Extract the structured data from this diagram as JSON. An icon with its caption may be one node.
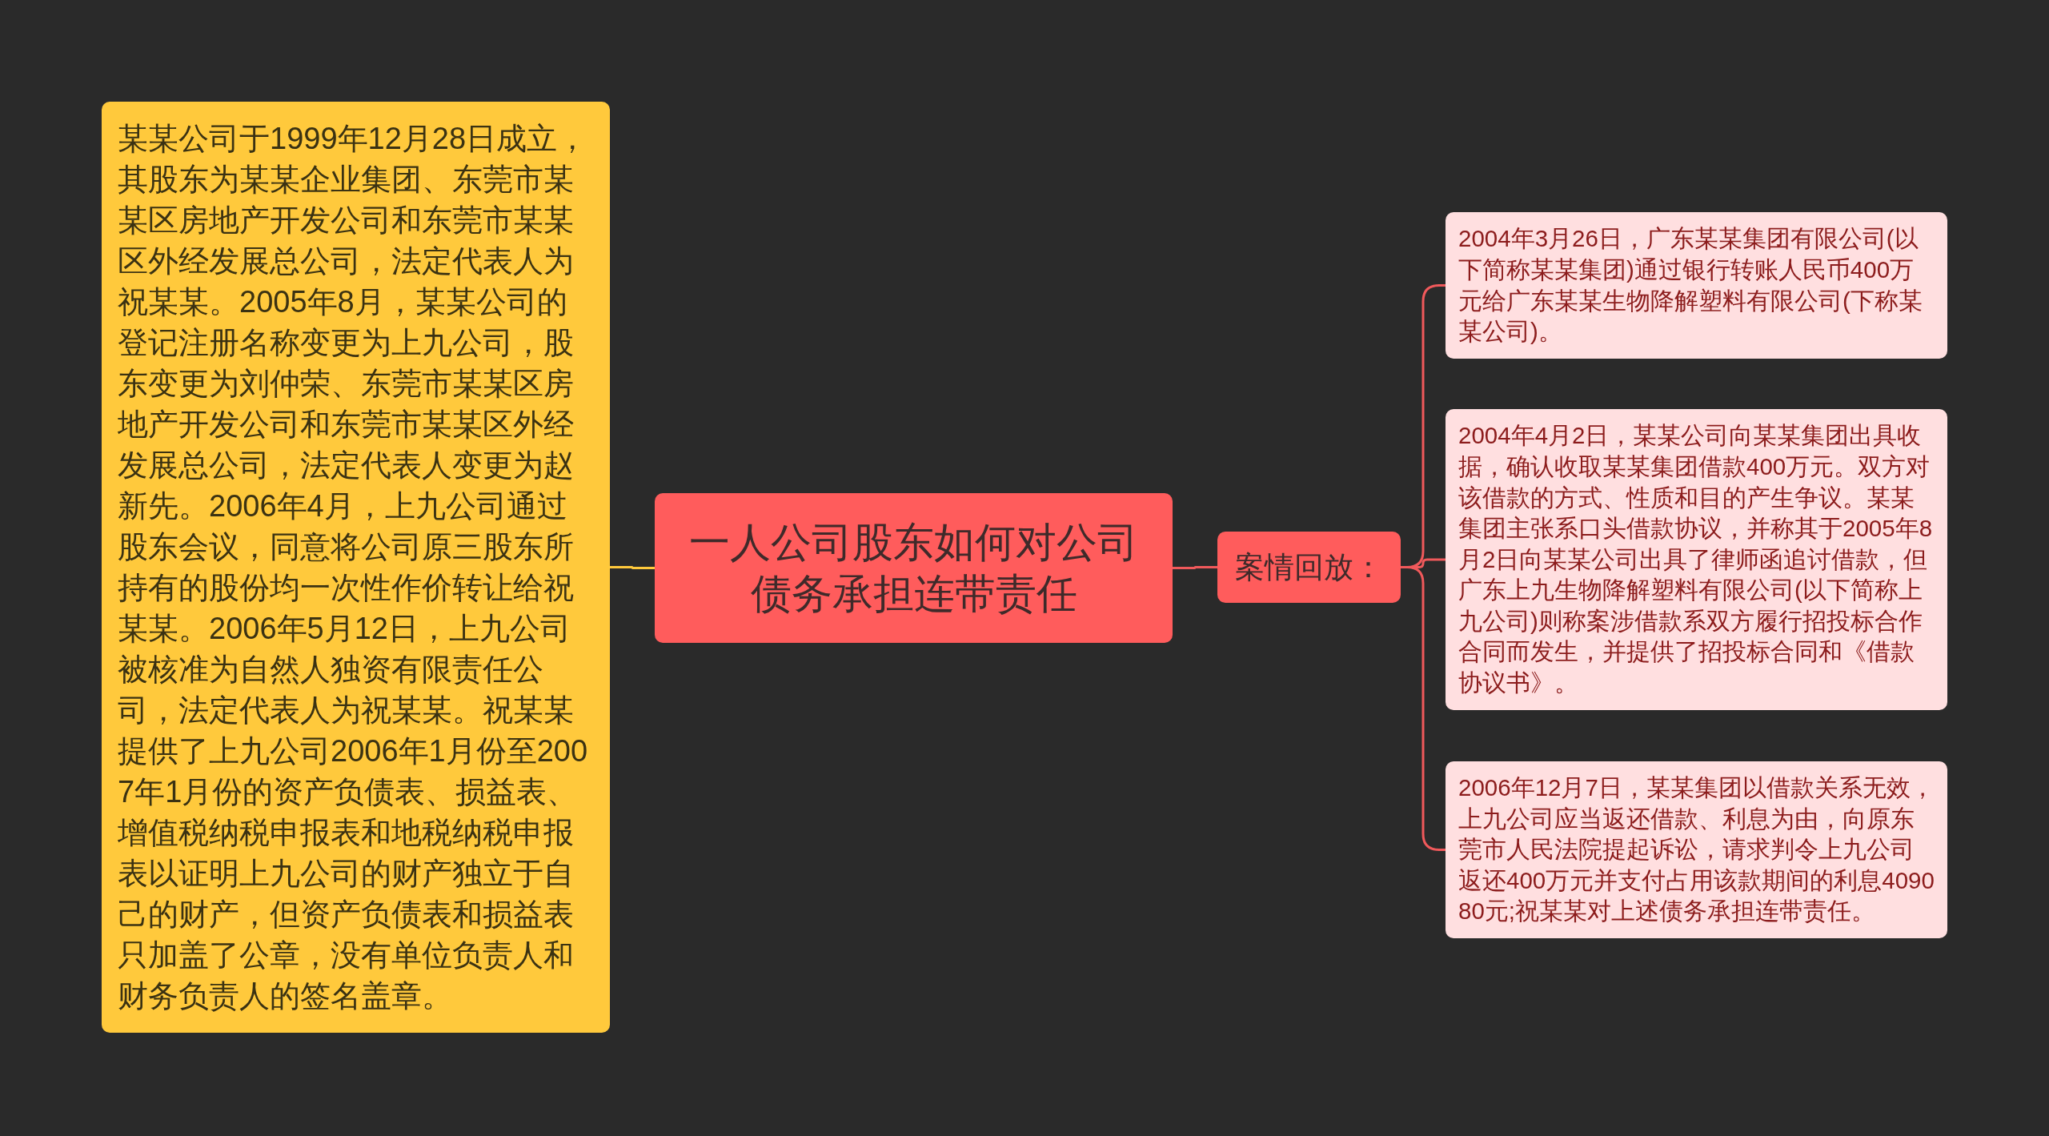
{
  "diagram": {
    "nodes": [
      {
        "text": [
          "某某公司于1999年12月28日成立，其股东为某某企业集团、东莞市某某区房地产开发公司和东莞市某某区外经发展总公司，法定代表人为祝某某。2005年8月，某某公司的登记注册名称变更为上九公司，股东变更为刘仲荣、东莞市某某区房地产开发公司和东莞市某某区外经发展总公司，法定代表人变更为赵新先。2006年4月，上九公司通过股东会议，同意将公司原三股东所持有的股份均一次性作价转让给祝某某。2006年5月12日，上九公司被核准为自然人独资有限责任公司，法定代表人为祝某某。祝某某提供了上九公司2006年1月份至2007年1月份的资产负债表、损益表、增值税纳税申报表和地税纳税申报表以证明上九公司的财产独立于自己的财产，但资产负债表和损益表只加盖了公章，没有单位负责人和财务负责人的签名盖章。"
        ]
      },
      {
        "text": [
          "一人公司股东如何对公司债务承担连带责任"
        ]
      },
      {
        "text": [
          "案情回放："
        ]
      },
      {
        "text": [
          "2004年3月26日，广东某某集团有限公司(以下简称某某集团)通过银行转账人民币400万元给广东某某生物降解塑料有限公司(下称某某公司)。"
        ]
      },
      {
        "text": [
          "2004年4月2日，某某公司向某某集团出具收据，确认收取某某集团借款400万元。双方对该借款的方式、性质和目的产生争议。某某集团主张系口头借款协议，并称其于2005年8月2日向某某公司出具了律师函追讨借款，但广东上九生物降解塑料有限公司(以下简称上九公司)则称案涉借款系双方履行招投标合作合同而发生，并提供了招投标合同和《借款协议书》。"
        ]
      },
      {
        "text": [
          "2006年12月7日，某某集团以借款关系无效，上九公司应当返还借款、利息为由，向原东莞市人民法院提起诉讼，请求判令上九公司返还400万元并支付占用该款期间的利息409080元;祝某某对上述债务承担连带责任。"
        ]
      }
    ],
    "edges": [
      {
        "from": 1,
        "to": 0,
        "arrow": "none",
        "color": "#ffc93c"
      },
      {
        "from": 1,
        "to": 2,
        "arrow": "none"
      },
      {
        "from": 2,
        "to": 3,
        "arrow": "none"
      },
      {
        "from": 2,
        "to": 4,
        "arrow": "none"
      },
      {
        "from": 2,
        "to": 5,
        "arrow": "none"
      }
    ]
  }
}
